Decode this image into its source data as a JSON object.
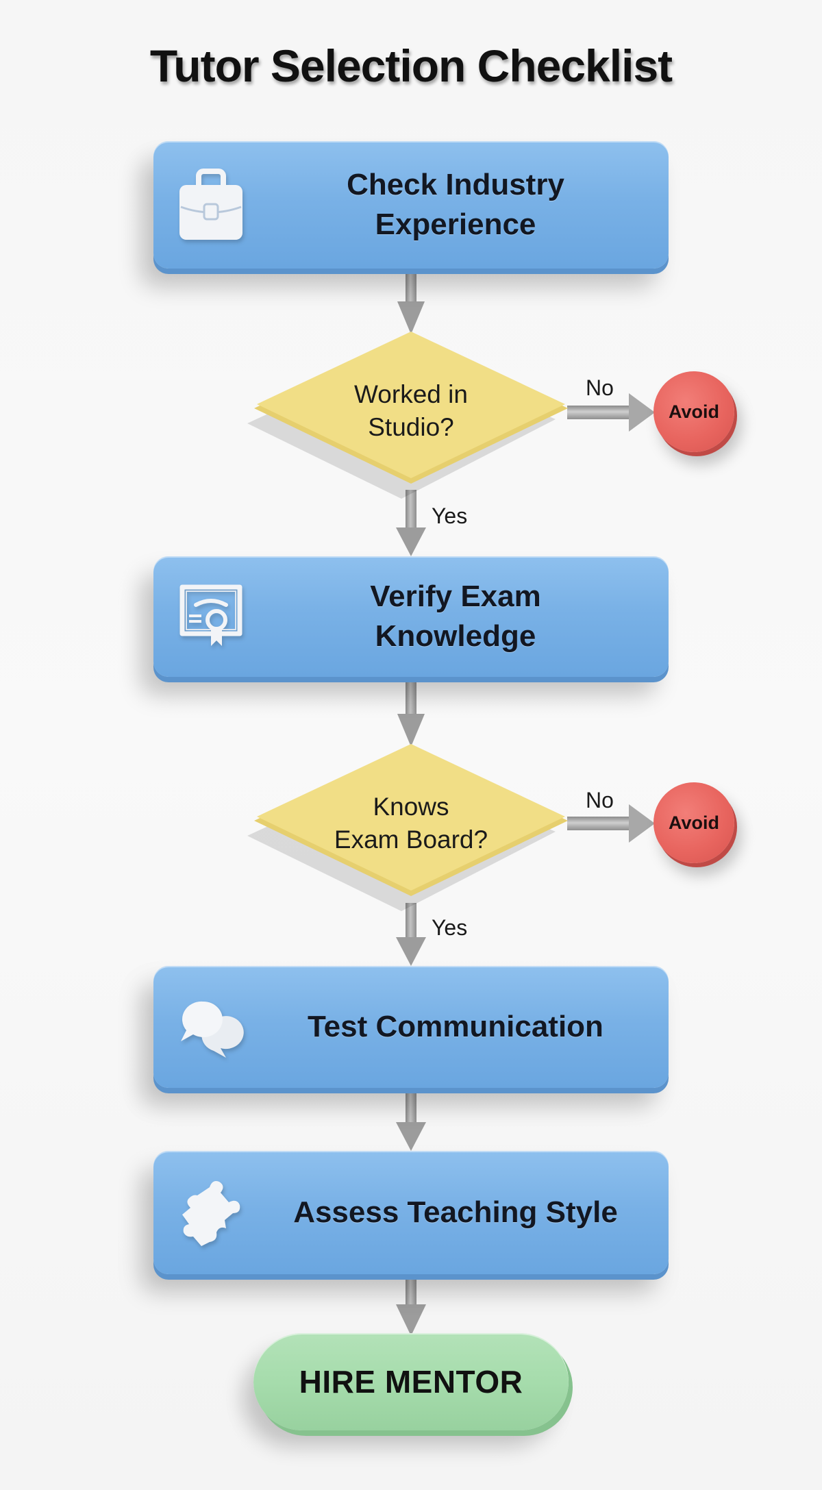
{
  "title": "Tutor Selection Checklist",
  "colors": {
    "process_box": "#79b1e6",
    "decision_diamond": "#f0dc84",
    "avoid_terminal": "#e8655f",
    "hire_terminal": "#a6dcac",
    "connector": "#9a9a9a",
    "background": "#f7f7f7"
  },
  "steps": [
    {
      "type": "process",
      "label_line1": "Check Industry",
      "label_line2": "Experience",
      "icon": "briefcase-icon"
    },
    {
      "type": "decision",
      "label_line1": "Worked in",
      "label_line2": "Studio?",
      "yes_label": "Yes",
      "no_label": "No",
      "no_target": "Avoid"
    },
    {
      "type": "process",
      "label_line1": "Verify Exam",
      "label_line2": "Knowledge",
      "icon": "certificate-icon"
    },
    {
      "type": "decision",
      "label_line1": "Knows",
      "label_line2": "Exam Board?",
      "yes_label": "Yes",
      "no_label": "No",
      "no_target": "Avoid"
    },
    {
      "type": "process",
      "label": "Test Communication",
      "icon": "speech-bubbles-icon"
    },
    {
      "type": "process",
      "label": "Assess Teaching Style",
      "icon": "puzzle-piece-icon"
    },
    {
      "type": "terminal",
      "label": "HIRE MENTOR"
    }
  ]
}
